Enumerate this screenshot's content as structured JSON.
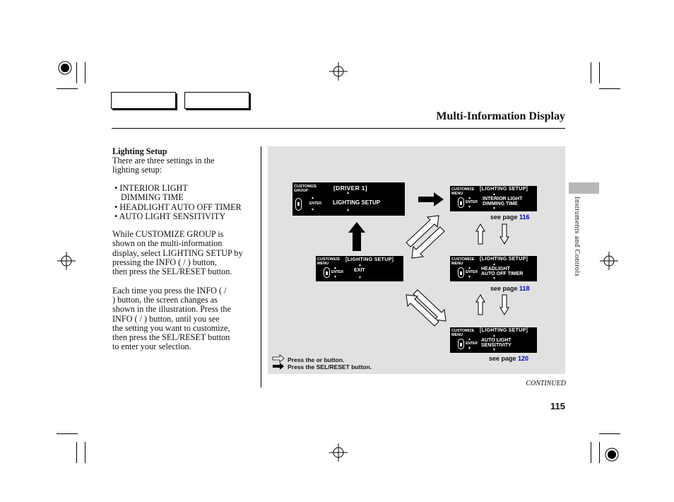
{
  "header": {
    "title": "Multi-Information Display"
  },
  "sidebar": {
    "section": "Instruments and Controls"
  },
  "body": {
    "heading": "Lighting Setup",
    "intro": [
      "There are three settings in the",
      "lighting setup:"
    ],
    "bullets": [
      "• INTERIOR LIGHT",
      "DIMMING TIME",
      "• HEADLIGHT AUTO OFF TIMER",
      "• AUTO LIGHT SENSITIVITY"
    ],
    "para1": [
      "While CUSTOMIZE GROUP is",
      "shown on the multi-information",
      "display, select LIGHTING SETUP by",
      "pressing the INFO (      /      ) button,",
      "then press the SEL/RESET button."
    ],
    "para2": [
      "Each time you press the INFO (      /",
      "      ) button, the screen changes as",
      "shown in the illustration. Press the",
      "INFO (      /      ) button, until you see",
      "the setting you want to customize,",
      "then press the SEL/RESET button",
      "to enter your selection."
    ]
  },
  "diagram": {
    "screen_group": {
      "menu": [
        "CUSTOMIZE",
        "GROUP"
      ],
      "enter": "ENTER",
      "header": "[DRIVER 1]",
      "option": "LIGHTING SETUP"
    },
    "screen_exit": {
      "menu": [
        "CUSTOMIZE",
        "MENU"
      ],
      "enter": "ENTER",
      "header": "[LIGHTING SETUP]",
      "option": "EXIT"
    },
    "screen_interior": {
      "menu": [
        "CUSTOMIZE",
        "MENU"
      ],
      "enter": "ENTER",
      "header": "[LIGHTING SETUP]",
      "option": [
        "INTERIOR LIGHT",
        "DIMMING TIME"
      ]
    },
    "screen_headlight": {
      "menu": [
        "CUSTOMIZE",
        "MENU"
      ],
      "enter": "ENTER",
      "header": "[LIGHTING SETUP]",
      "option": [
        "HEADLIGHT",
        "AUTO OFF TIMER"
      ]
    },
    "screen_autolight": {
      "menu": [
        "CUSTOMIZE",
        "MENU"
      ],
      "enter": "ENTER",
      "header": "[LIGHTING SETUP]",
      "option": [
        "AUTO LIGHT",
        "SENSITIVITY"
      ]
    },
    "see_label": "see page",
    "pages": [
      "116",
      "118",
      "120"
    ],
    "legend": {
      "press_info": "Press the      or      button.",
      "press_sel": "Press the SEL/RESET button."
    }
  },
  "footer": {
    "continued": "CONTINUED",
    "page_number": "115"
  },
  "colors": {
    "diagram_bg": "#e1e1e1",
    "page_link": "#0000cc",
    "side_tab": "#b8b8b8"
  }
}
